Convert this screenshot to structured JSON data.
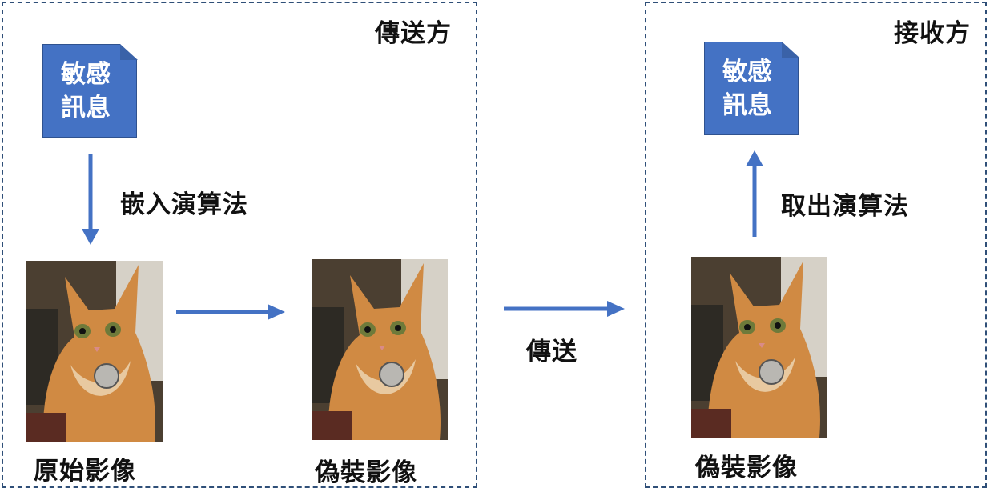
{
  "sender": {
    "title": "傳送方",
    "secret_doc": {
      "line1": "敏感",
      "line2": "訊息"
    },
    "embed_label": "嵌入演算法",
    "original_caption": "原始影像",
    "stego_caption": "偽裝影像"
  },
  "transfer_label": "傳送",
  "receiver": {
    "title": "接收方",
    "secret_doc": {
      "line1": "敏感",
      "line2": "訊息"
    },
    "extract_label": "取出演算法",
    "stego_caption": "偽裝影像"
  },
  "colors": {
    "doc_fill": "#4472c4",
    "arrow": "#4472c4",
    "panel_border": "#2f4f78"
  },
  "icons": {
    "document": "document-icon",
    "image": "cat-photo-icon"
  }
}
